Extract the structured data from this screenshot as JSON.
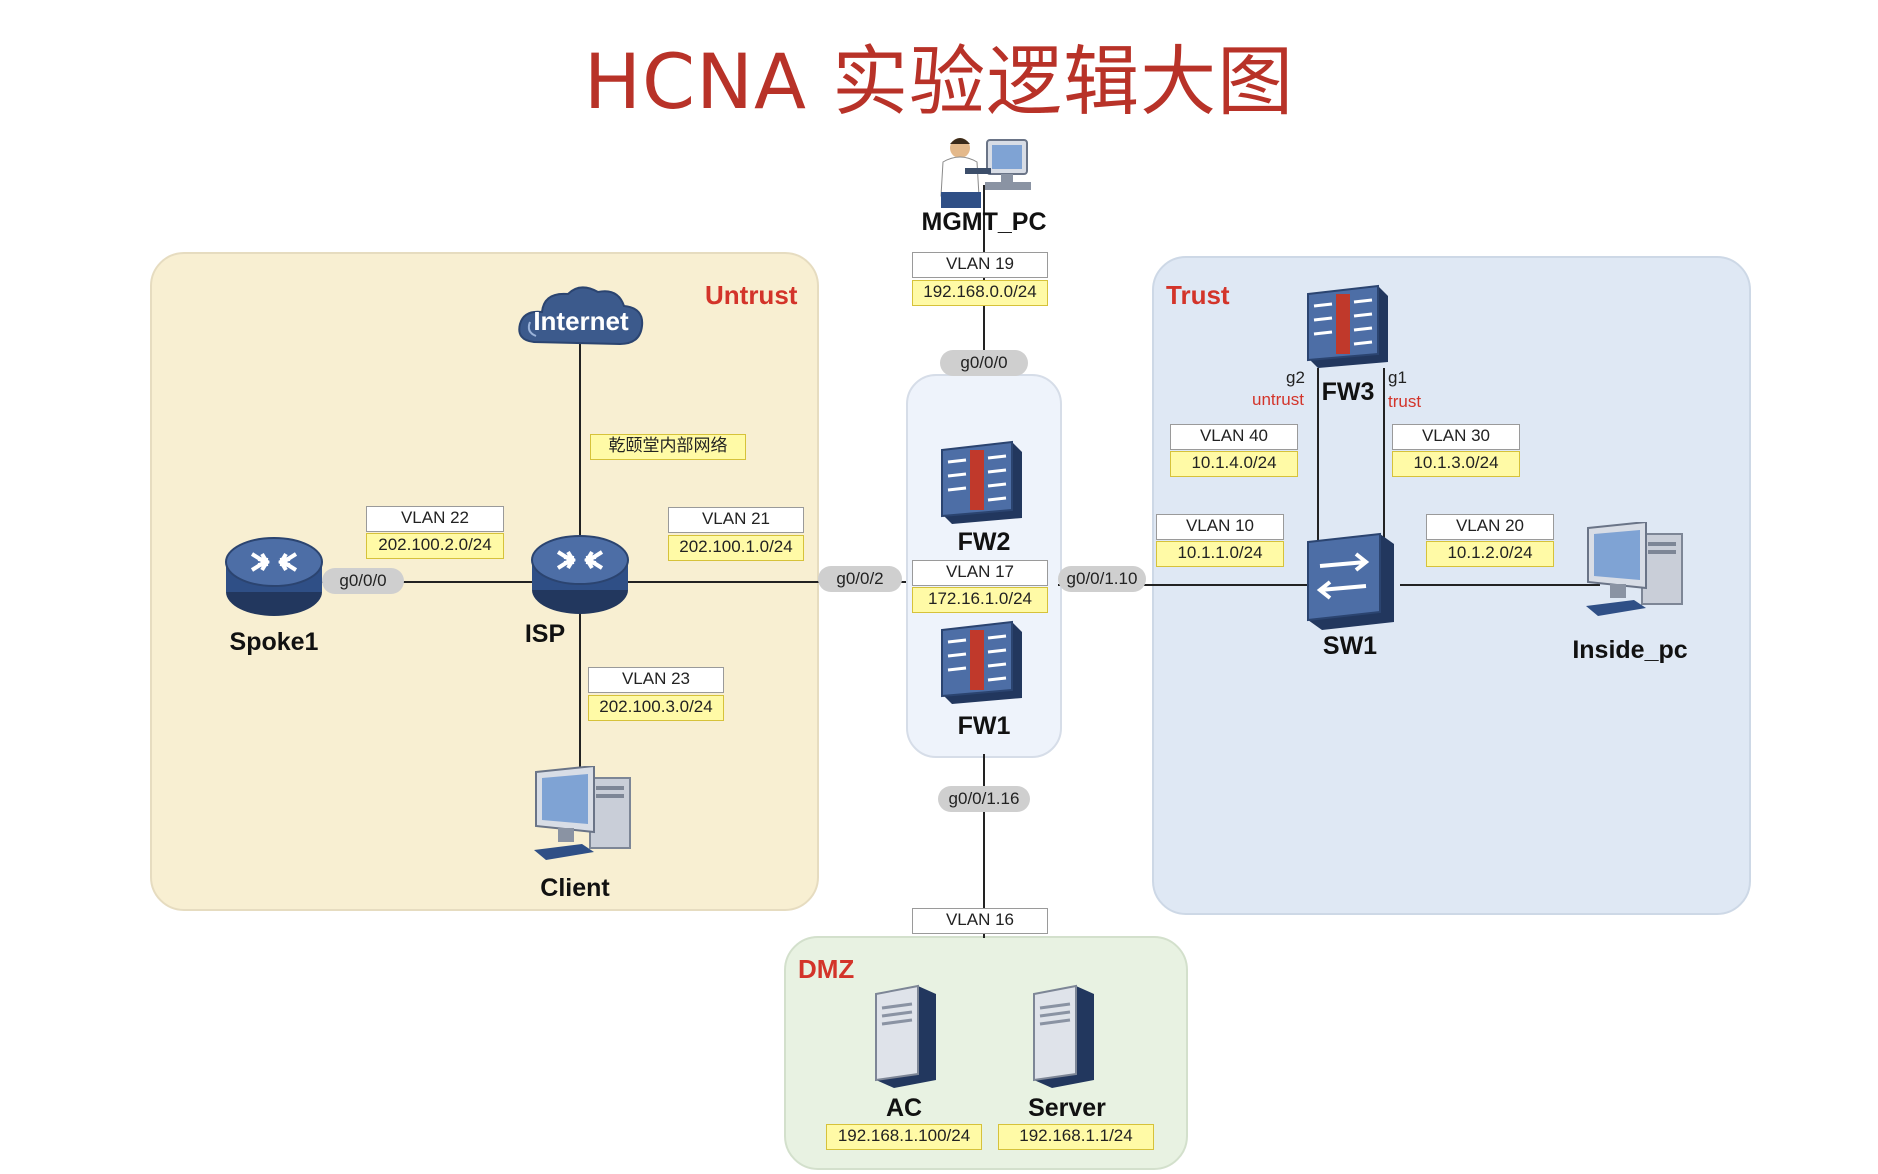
{
  "title": "HCNA 实验逻辑大图",
  "zones": {
    "untrust": "Untrust",
    "trust": "Trust",
    "dmz": "DMZ"
  },
  "nodes": {
    "internet": "Internet",
    "mgmt_pc": "MGMT_PC",
    "spoke1": "Spoke1",
    "isp": "ISP",
    "client": "Client",
    "fw1": "FW1",
    "fw2": "FW2",
    "fw3": "FW3",
    "sw1": "SW1",
    "inside_pc": "Inside_pc",
    "ac": "AC",
    "server": "Server"
  },
  "links": {
    "mgmt": {
      "vlan": "VLAN 19",
      "subnet": "192.168.0.0/24",
      "port": "g0/0/0"
    },
    "isp_spoke": {
      "vlan": "VLAN 22",
      "subnet": "202.100.2.0/24",
      "port": "g0/0/0"
    },
    "isp_fw": {
      "vlan": "VLAN 21",
      "subnet": "202.100.1.0/24",
      "port": "g0/0/2"
    },
    "isp_client": {
      "vlan": "VLAN 23",
      "subnet": "202.100.3.0/24"
    },
    "internet_note": "乾颐堂内部网络",
    "fw_ha": {
      "vlan": "VLAN 17",
      "subnet": "172.16.1.0/24"
    },
    "fw_trust": {
      "port": "g0/0/1.10"
    },
    "fw_dmz": {
      "port": "g0/0/1.16",
      "vlan": "VLAN 16"
    },
    "sw_fw3_untrust": {
      "vlan": "VLAN 40",
      "subnet": "10.1.4.0/24",
      "port": "g2",
      "zone": "untrust"
    },
    "sw_fw3_trust": {
      "vlan": "VLAN 30",
      "subnet": "10.1.3.0/24",
      "port": "g1",
      "zone": "trust"
    },
    "sw_fw": {
      "vlan": "VLAN 10",
      "subnet": "10.1.1.0/24"
    },
    "sw_inside": {
      "vlan": "VLAN 20",
      "subnet": "10.1.2.0/24"
    },
    "ac_ip": "192.168.1.100/24",
    "server_ip": "192.168.1.1/24"
  },
  "colors": {
    "title": "#b83228",
    "zone_label": "#d3342a",
    "untrust_bg": "#f8efd2",
    "trust_bg": "#dfe8f4",
    "dmz_bg": "#e8f2e2",
    "subnet_bg": "#fffaa6",
    "device_blue": "#2f4f86"
  }
}
